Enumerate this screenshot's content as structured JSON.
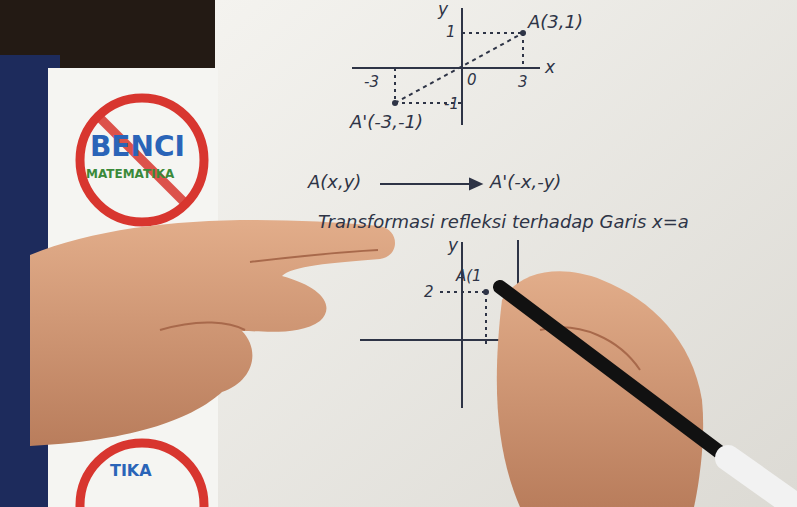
{
  "diagram": {
    "labels": [
      "y",
      "1",
      "A(3,1)",
      "-3",
      "0",
      "3",
      "x",
      "-1",
      "A'(-3,-1)",
      "A(x,y)",
      "A'(-x,-y)",
      "Transformasi refleksi terhadap Garis x=a",
      "y",
      "2",
      "A(1",
      "BENCI",
      "MATEMATIKA",
      "TIKA"
    ]
  }
}
